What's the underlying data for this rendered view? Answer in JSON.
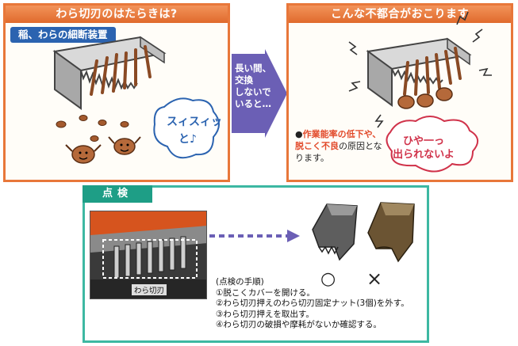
{
  "left_panel": {
    "title": "わら切刃のはたらきは?",
    "tag": "稲、わらの細断装置",
    "bubble_lines": [
      "スィスィッ",
      "と♪"
    ]
  },
  "arrow": {
    "lines": [
      "長い間、",
      "交換",
      "しないで",
      "いると…"
    ]
  },
  "right_panel": {
    "title": "こんな不都合がおこります",
    "effect_bullet": "●",
    "effect_red": "作業能率の低下や、脱こく不良",
    "effect_tail": "の原因となります。",
    "bubble_lines": [
      "ひや一っ",
      "出られないよ"
    ]
  },
  "inspection": {
    "tab": "点検",
    "photo_label": "わら切刃",
    "ok_mark": "○",
    "ng_mark": "×",
    "steps_title": "(点検の手順)",
    "steps": [
      "①脱こくカバーを開ける。",
      "②わら切刃押えのわら切刃固定ナット(3個)を外す。",
      "③わら切刃押えを取出す。",
      "④わら切刃の破損や摩耗がないか確認する。"
    ]
  },
  "colors": {
    "header_orange": "#e8773a",
    "tag_blue": "#2b63b0",
    "arrow_purple": "#6b5fb5",
    "inspect_teal": "#3db8a2",
    "alert_red": "#e24a2a"
  }
}
